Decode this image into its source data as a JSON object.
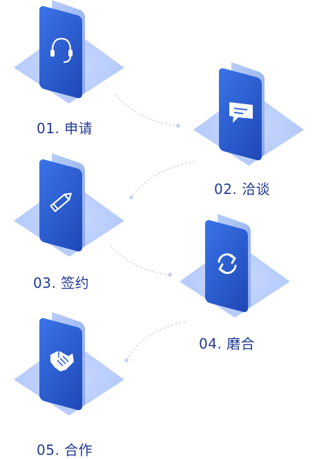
{
  "steps": [
    {
      "label": "01. 申请",
      "icon": "headset-icon"
    },
    {
      "label": "02. 洽谈",
      "icon": "chat-bubble-icon"
    },
    {
      "label": "03. 签约",
      "icon": "pencil-icon"
    },
    {
      "label": "04. 磨合",
      "icon": "refresh-cycle-icon"
    },
    {
      "label": "05. 合作",
      "icon": "handshake-icon"
    }
  ],
  "colors": {
    "card_front": "#2f64d6",
    "card_front_dark": "#2049b8",
    "card_back": "#9fb9f0",
    "platform": "#bcd0fb",
    "label": "#1f3a93",
    "connector": "#d3dcec"
  }
}
